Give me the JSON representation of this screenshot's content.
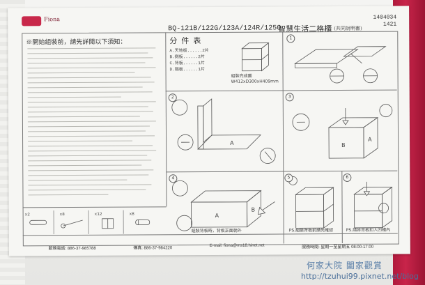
{
  "header": {
    "logo_text": "Fiona",
    "model": "BQ-121B/122G/123A/124R/125C",
    "title": "智慧生活二格櫃",
    "subtitle": "(共同說明書)",
    "code_line1": "1404034",
    "code_line2": "1421"
  },
  "left_panel": {
    "title": "※開始組裝前，請先詳閱以下須知："
  },
  "parts_panel": {
    "title": "分件表",
    "items": [
      "A.天地板......2片",
      "B.側板......2片",
      "C.背板......1片",
      "D.隔板......1片"
    ],
    "dim_note_1": "組裝完成圖",
    "dim_note_2": "W412xD300xH409mm"
  },
  "parts_strip": {
    "labels": [
      "x2",
      "x8",
      "x12",
      "x8"
    ]
  },
  "step_notes": {
    "pin_note": "組裝背板時，背板正面朝外",
    "bottom_note_1": "PS.組裝背板前請先確認",
    "bottom_note_2": "PS.請將背板扣入凹槽內"
  },
  "footer": {
    "phone": "服務電話: 886-37-985788",
    "fax": "傳真: 886-37-984220",
    "email": "E-mail: fiona@ms18.hinet.net",
    "hours": "服務時間: 星期一至星期五 08:00-17:00"
  },
  "watermark": {
    "text": "何家大院 闔家觀賞",
    "url": "http://tzuhui99.pixnet.net/blog"
  },
  "colors": {
    "accent_red": "#c8284a",
    "watermark_blue": "#5a7fa8"
  }
}
